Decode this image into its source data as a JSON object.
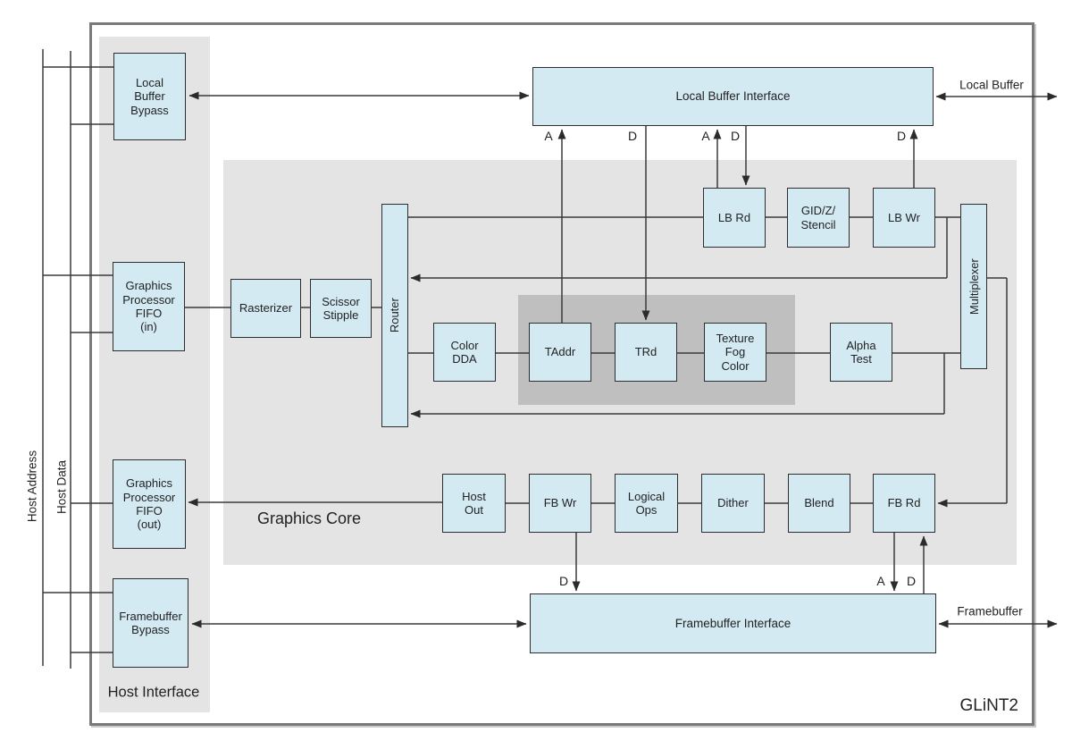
{
  "diagram": {
    "title": "GLiNT2",
    "regions": {
      "host_interface": "Host Interface",
      "graphics_core": "Graphics Core"
    },
    "buses": {
      "host_address": "Host Address",
      "host_data": "Host Data"
    },
    "external": {
      "local_buffer": "Local Buffer",
      "framebuffer": "Framebuffer"
    },
    "ports": {
      "a": "A",
      "d": "D"
    },
    "blocks": {
      "local_buffer_bypass": [
        "Local",
        "Buffer",
        "Bypass"
      ],
      "graphics_processor_fifo_in": [
        "Graphics",
        "Processor",
        "FIFO",
        "(in)"
      ],
      "graphics_processor_fifo_out": [
        "Graphics",
        "Processor",
        "FIFO",
        "(out)"
      ],
      "framebuffer_bypass": [
        "Framebuffer",
        "Bypass"
      ],
      "local_buffer_interface": "Local Buffer Interface",
      "framebuffer_interface": "Framebuffer Interface",
      "rasterizer": "Rasterizer",
      "scissor_stipple": [
        "Scissor",
        "Stipple"
      ],
      "router": "Router",
      "color_dda": [
        "Color",
        "DDA"
      ],
      "taddr": "TAddr",
      "trd": "TRd",
      "texture_fog_color": [
        "Texture",
        "Fog",
        "Color"
      ],
      "alpha_test": [
        "Alpha",
        "Test"
      ],
      "multiplexer": "Multiplexer",
      "lb_rd": "LB Rd",
      "gid_z_stencil": [
        "GID/Z/",
        "Stencil"
      ],
      "lb_wr": "LB Wr",
      "host_out": [
        "Host",
        "Out"
      ],
      "fb_wr": "FB Wr",
      "logical_ops": [
        "Logical",
        "Ops"
      ],
      "dither": "Dither",
      "blend": "Blend",
      "fb_rd": "FB Rd"
    },
    "colors": {
      "block_fill": "#d3eaf3",
      "block_border": "#2e2e2e",
      "region_fill": "#e4e4e4",
      "texture_group_fill": "#bfbfbf",
      "line": "#3a3a3a",
      "chip_border": "#7a7a7a"
    }
  }
}
